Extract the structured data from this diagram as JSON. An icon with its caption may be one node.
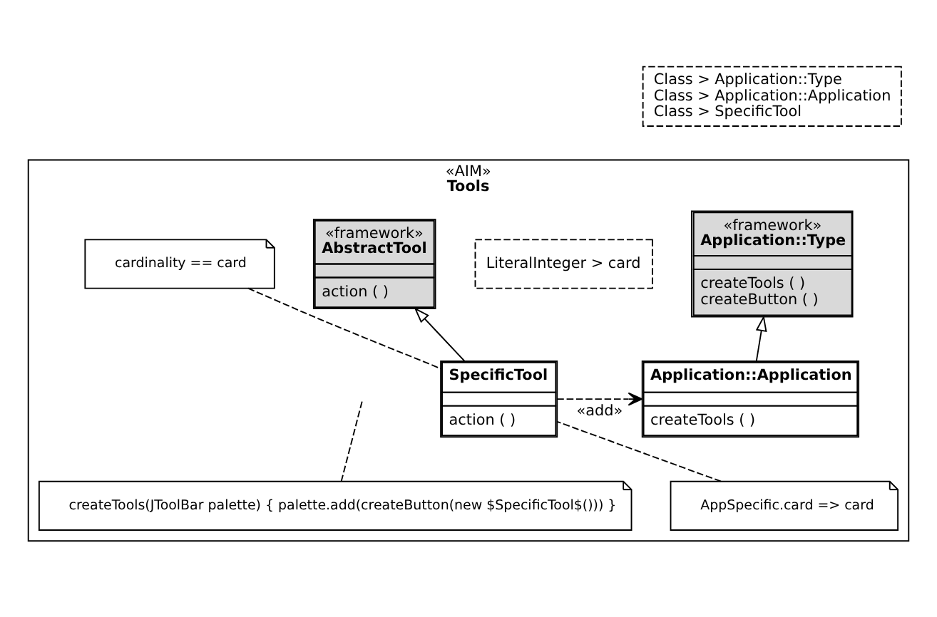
{
  "diagram": {
    "nodes": [
      {
        "text": [
          "«AIM»",
          "Tools"
        ]
      },
      {
        "text": [
          "Class > Application::Type",
          "Class > Application::Application",
          "Class > SpecificTool"
        ]
      },
      {
        "text": [
          "«framework»",
          "Application::Type",
          "createTools ( )",
          "createButton ( )"
        ],
        "in": 0
      },
      {
        "text": [
          "«framework»",
          "AbstractTool",
          "action ( )"
        ],
        "in": 0
      },
      {
        "text": [
          "cardinality == card"
        ],
        "in": 0
      },
      {
        "text": [
          "LiteralInteger > card"
        ],
        "in": 0
      },
      {
        "text": [
          "Application::Application",
          "createTools ( )"
        ],
        "in": 0
      },
      {
        "text": [
          "SpecificTool",
          "action ( )"
        ],
        "in": 0
      },
      {
        "text": [
          "AppSpecific.card => card"
        ],
        "in": 0
      },
      {
        "text": [
          "createTools(JToolBar palette) { palette.add(createButton(new $SpecificTool$())) }"
        ],
        "in": 0
      }
    ],
    "edges": [
      {
        "from": 6,
        "to": 2,
        "arrow": "to"
      },
      {
        "from": 7,
        "to": 3,
        "arrow": "to"
      },
      {
        "from": 4,
        "to": 7,
        "arrow": "none",
        "style": "dashed"
      },
      {
        "from": 7,
        "to": 6,
        "arrow": "to",
        "style": "dashed",
        "label": "«add»"
      },
      {
        "from": 8,
        "to": 7,
        "arrow": "none",
        "style": "dashed"
      },
      {
        "from": 9,
        "to": null,
        "arrow": "none",
        "style": "dashed"
      }
    ]
  }
}
